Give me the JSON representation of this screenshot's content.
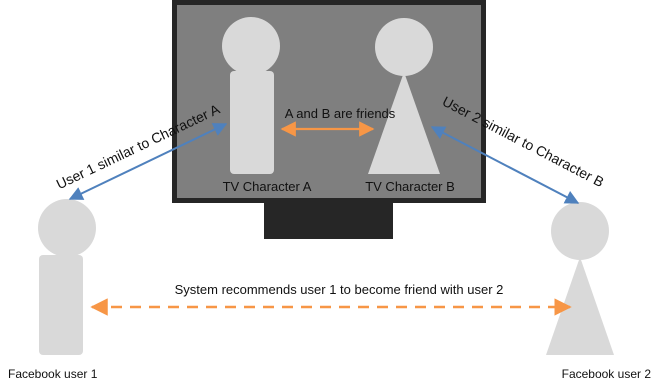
{
  "diagram": {
    "tv": {
      "character_a_label": "TV Character A",
      "character_b_label": "TV Character B",
      "friendship_label": "A and B are friends"
    },
    "links": {
      "user1_similarity": "User 1 similar to Character A",
      "user2_similarity": "User 2 similar to Character B",
      "recommendation": "System recommends user 1 to become friend with user 2"
    },
    "users": {
      "user1_label": "Facebook user 1",
      "user2_label": "Facebook user 2"
    },
    "colors": {
      "screen_fill": "#7f7f7f",
      "frame_fill": "#262626",
      "stand_fill": "#262626",
      "figure_fill": "#d9d9d9",
      "similarity_arrow": "#4f81bd",
      "friend_arrow": "#f79646",
      "recommend_arrow": "#f79646"
    }
  }
}
